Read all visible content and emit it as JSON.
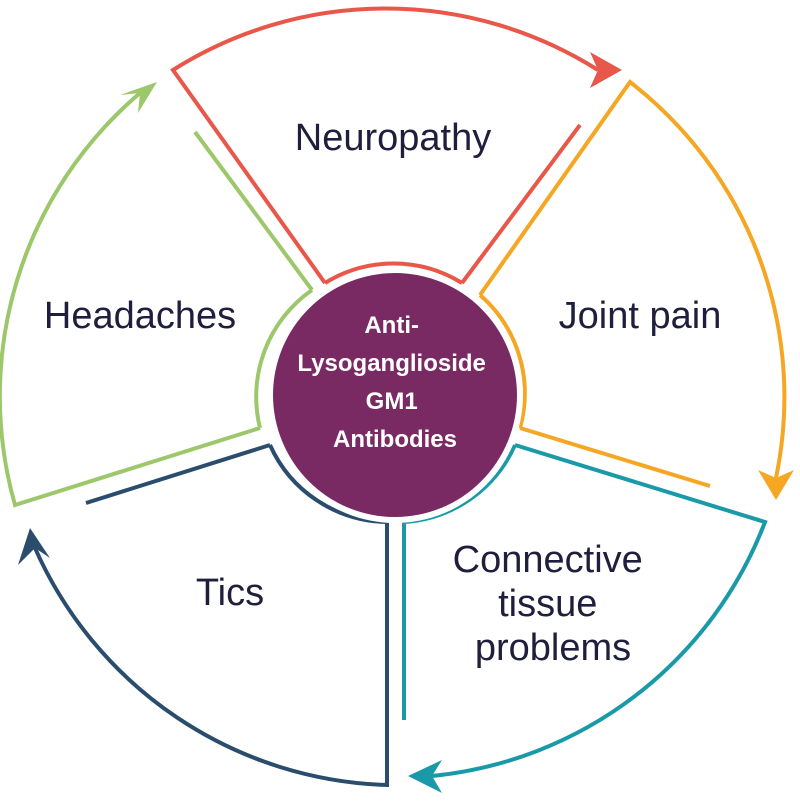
{
  "hub": {
    "lines": [
      "Anti-",
      "Lysoganglioside",
      "GM1",
      "Antibodies"
    ],
    "fill_color": "#7a2a63",
    "ring_color": "#ffffff"
  },
  "segments": [
    {
      "id": "neuropathy",
      "lines": [
        "Neuropathy"
      ],
      "color": "#e8574a",
      "arrow_icon": "arrow-head-icon"
    },
    {
      "id": "joint-pain",
      "lines": [
        "Joint pain"
      ],
      "color": "#f5a623",
      "arrow_icon": "arrow-head-icon"
    },
    {
      "id": "connective",
      "lines": [
        "Connective",
        "tissue",
        "problems"
      ],
      "color": "#1a9aa8",
      "arrow_icon": "arrow-head-icon"
    },
    {
      "id": "tics",
      "lines": [
        "Tics"
      ],
      "color": "#2a4d6e",
      "arrow_icon": "arrow-head-icon"
    },
    {
      "id": "headaches",
      "lines": [
        "Headaches"
      ],
      "color": "#9dc76b",
      "arrow_icon": "arrow-head-icon"
    }
  ]
}
